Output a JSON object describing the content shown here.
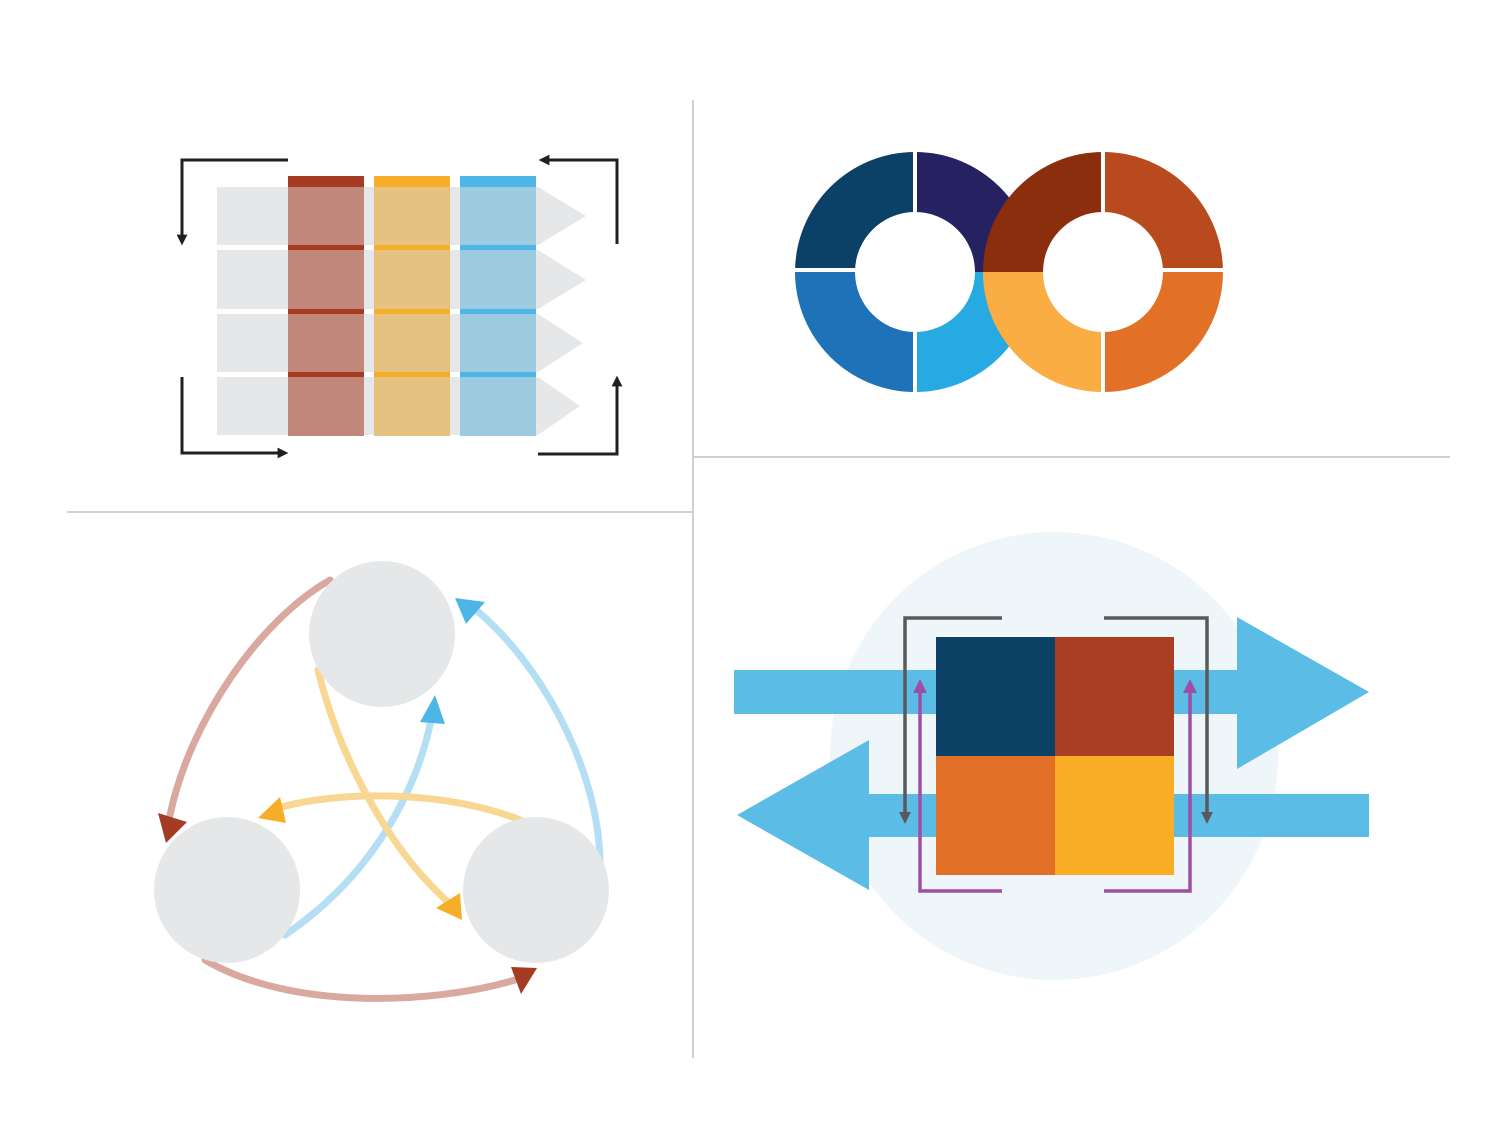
{
  "colors": {
    "background": "#ffffff",
    "divider": "#cfd1d3",
    "grey_fill": "#e6e7e8",
    "dark_arrow": "#231f20",
    "rust": "#a53b22",
    "rust_light": "#c1877a",
    "amber": "#f6ad28",
    "amber_light": "#e5c27f",
    "sky": "#4db6e6",
    "sky_light": "#9ccbe0",
    "navy": "#0b4166",
    "indigo": "#262262",
    "blue": "#1e73b8",
    "cyan": "#27aae1",
    "brown": "#8b2e0d",
    "burnt": "#b84a1d",
    "orange": "#e27026",
    "light_orange": "#f9ad42",
    "cycle_rust": "#d9a89e",
    "cycle_amber": "#f8d793",
    "cycle_sky": "#b4def3",
    "halo": "#eef6f9",
    "slate": "#58595b",
    "purple": "#9e4fa5",
    "matrix_navy": "#0d4266",
    "matrix_rust": "#aa3e23",
    "matrix_orange": "#e27026",
    "matrix_gold": "#f9ad25",
    "arrow_blue": "#5bbde6"
  },
  "panels": [
    {
      "name": "stacked-columns-diagram",
      "rows": 4,
      "columns": [
        "rust",
        "amber",
        "sky"
      ]
    },
    {
      "name": "infinity-loop-diagram",
      "left_ring_segments": 4,
      "right_ring_segments": 4
    },
    {
      "name": "three-node-cycle-diagram",
      "nodes": 3
    },
    {
      "name": "quadrant-exchange-diagram",
      "quadrants": 4
    }
  ]
}
